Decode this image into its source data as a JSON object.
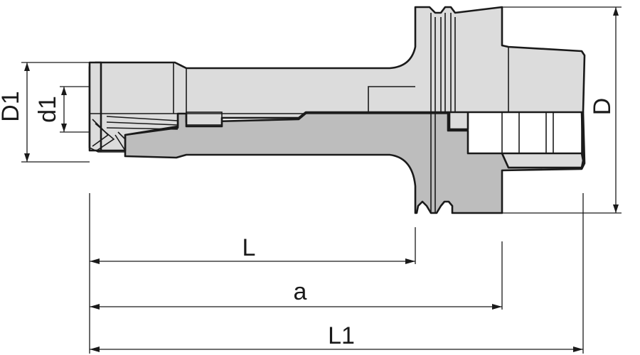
{
  "labels": {
    "D1": "D1",
    "d1": "d1",
    "D": "D",
    "L": "L",
    "a": "a",
    "L1": "L1"
  },
  "colors": {
    "body_light": "#dcdcdc",
    "body_section": "#bdbdbd",
    "line": "#1a1a1a"
  }
}
